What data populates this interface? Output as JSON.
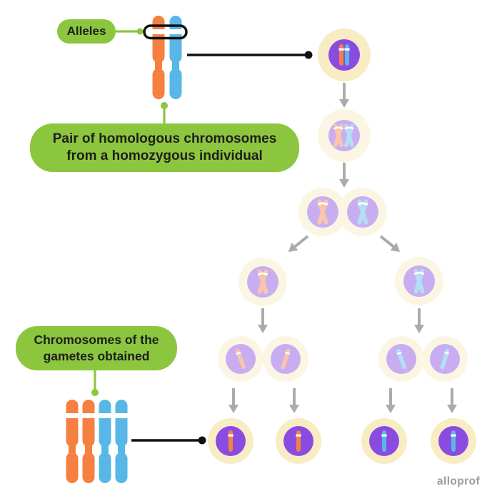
{
  "labels": {
    "alleles": "Alleles",
    "pair_line1": "Pair of homologous chromosomes",
    "pair_line2": "from a homozygous individual",
    "gametes_line1": "Chromosomes of the",
    "gametes_line2": "gametes obtained"
  },
  "watermark": "alloprof",
  "colors": {
    "green": "#8CC63E",
    "orange": "#F5803F",
    "blue": "#58B7E6",
    "purple": "#8A4BE1",
    "cream": "#F8ECC4",
    "arrow": "#ABABAB",
    "ink": "#1E1E1C",
    "wm": "#9B9B9B",
    "black": "#111111"
  }
}
